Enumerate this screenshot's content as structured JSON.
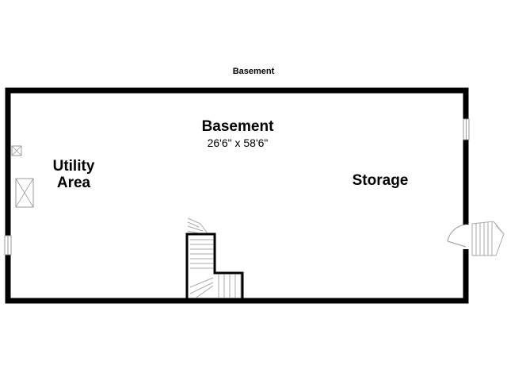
{
  "floor_caption": "Basement",
  "rooms": {
    "basement": {
      "name": "Basement",
      "dimensions": "26'6\" x 58'6\""
    },
    "utility": {
      "line1": "Utility",
      "line2": "Area"
    },
    "storage": {
      "name": "Storage"
    }
  },
  "colors": {
    "wall": "#000000",
    "detail": "#9a9a9a",
    "background": "#ffffff"
  },
  "icons": [
    "staircase-icon",
    "door-swing-icon",
    "window-icon",
    "appliance-icon"
  ]
}
